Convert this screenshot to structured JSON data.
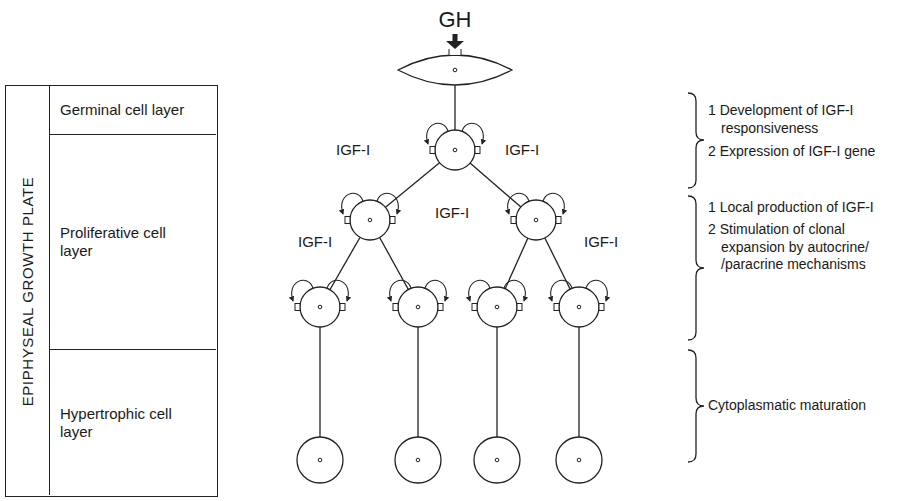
{
  "diagram": {
    "nodes": [
      {
        "text": [
          "EPIPHYSEAL GROWTH PLATE"
        ]
      },
      {
        "text": [
          "Germinal cell layer"
        ],
        "in": 0
      },
      {
        "text": [
          "Proliferative cell layer"
        ],
        "in": 0
      },
      {
        "text": [
          "Hypertrophic cell layer"
        ],
        "in": 0
      }
    ],
    "labels": [
      "GH",
      "IGF-I",
      "IGF-I",
      "IGF-I",
      "IGF-I",
      "IGF-I",
      "1 Development of IGF-I responsiveness",
      "2 Expression of IGF-I gene",
      "1 Local production of IGF-I",
      "2 Stimulation of clonal expansion by autocrine/ /paracrine mechanisms",
      "Cytoplasmatic maturation"
    ]
  }
}
